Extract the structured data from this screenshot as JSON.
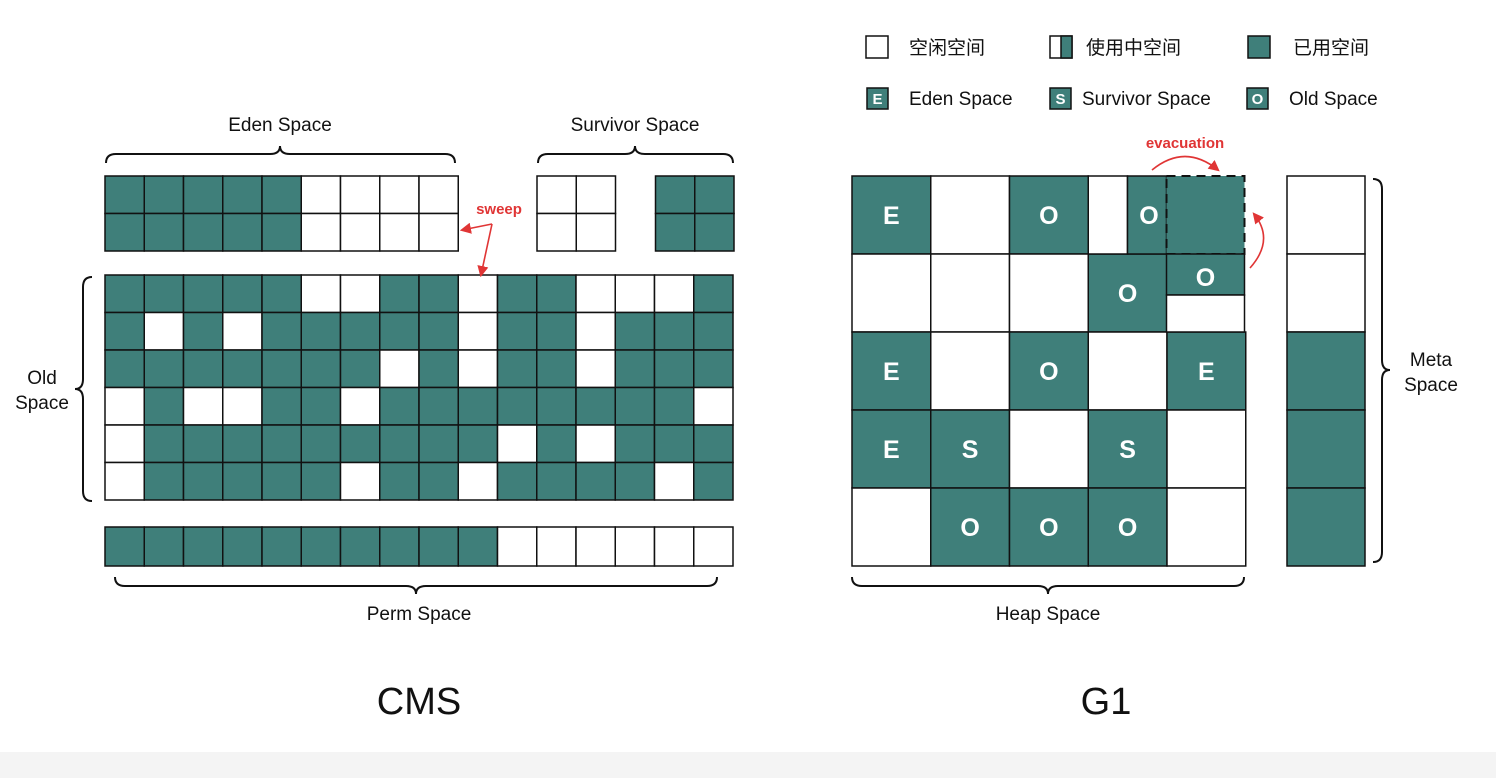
{
  "colors": {
    "used": "#3f7f7a",
    "free": "#ffffff",
    "stroke": "#111111",
    "annotation": "#e03535"
  },
  "legend": {
    "free": "空闲空间",
    "in_use": "使用中空间",
    "used": "已用空间",
    "eden": {
      "letter": "E",
      "label": "Eden Space"
    },
    "survivor": {
      "letter": "S",
      "label": "Survivor Space"
    },
    "old": {
      "letter": "O",
      "label": "Old Space"
    }
  },
  "cms": {
    "title": "CMS",
    "eden_label": "Eden Space",
    "survivor_label": "Survivor Space",
    "old_label": [
      "Old",
      "Space"
    ],
    "perm_label": "Perm Space",
    "sweep_label": "sweep",
    "eden_grid": [
      [
        1,
        1,
        1,
        1,
        1,
        0,
        0,
        0,
        0
      ],
      [
        1,
        1,
        1,
        1,
        1,
        0,
        0,
        0,
        0
      ]
    ],
    "survivor_left": [
      [
        0,
        0
      ],
      [
        0,
        0
      ]
    ],
    "survivor_right": [
      [
        1,
        1
      ],
      [
        1,
        1
      ]
    ],
    "old_grid": [
      [
        1,
        1,
        1,
        1,
        1,
        0,
        0,
        1,
        1,
        0,
        1,
        1,
        0,
        0,
        0,
        1
      ],
      [
        1,
        0,
        1,
        0,
        1,
        1,
        1,
        1,
        1,
        0,
        1,
        1,
        0,
        1,
        1,
        1
      ],
      [
        1,
        1,
        1,
        1,
        1,
        1,
        1,
        0,
        1,
        0,
        1,
        1,
        0,
        1,
        1,
        1
      ],
      [
        0,
        1,
        0,
        0,
        1,
        1,
        0,
        1,
        1,
        1,
        1,
        1,
        1,
        1,
        1,
        0
      ],
      [
        0,
        1,
        1,
        1,
        1,
        1,
        1,
        1,
        1,
        1,
        0,
        1,
        0,
        1,
        1,
        1
      ],
      [
        0,
        1,
        1,
        1,
        1,
        1,
        0,
        1,
        1,
        0,
        1,
        1,
        1,
        1,
        0,
        1
      ]
    ],
    "perm_row": [
      1,
      1,
      1,
      1,
      1,
      1,
      1,
      1,
      1,
      1,
      0,
      0,
      0,
      0,
      0,
      0
    ]
  },
  "g1": {
    "title": "G1",
    "heap_label": "Heap Space",
    "meta_label": [
      "Meta",
      "Space"
    ],
    "evacuation_label": "evacuation",
    "regions": [
      [
        "E",
        "",
        "O",
        "",
        "",
        ""
      ],
      [
        "",
        "",
        "",
        "O",
        "",
        ""
      ],
      [
        "E",
        "",
        "O",
        "",
        "E",
        ""
      ],
      [
        "E",
        "S",
        "",
        "S",
        "",
        ""
      ],
      [
        "",
        "O",
        "O",
        "O",
        "",
        ""
      ]
    ],
    "partial": {
      "left_free_letter": "O",
      "right_dashed": "",
      "lower_letter": "O"
    },
    "meta_cells": [
      0,
      0,
      1,
      1,
      1
    ]
  }
}
